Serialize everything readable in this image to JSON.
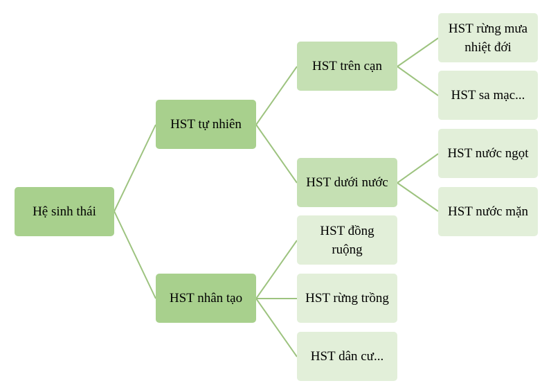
{
  "diagram": {
    "root": "Hệ sinh thái",
    "natural": {
      "label": "HST tự nhiên",
      "land": {
        "label": "HST trên cạn",
        "rainforest": "HST rừng mưa nhiệt đới",
        "desert": "HST sa mạc..."
      },
      "water": {
        "label": "HST dưới nước",
        "fresh": "HST nước ngọt",
        "salt": "HST nước mặn"
      }
    },
    "artificial": {
      "label": "HST nhân tạo",
      "field": "HST đồng ruộng",
      "planted_forest": "HST rừng trồng",
      "residential": "HST dân cư..."
    }
  },
  "colors": {
    "root_and_level1": "#a8d08d",
    "level2": "#c5e0b3",
    "level3": "#e2efd9",
    "connector": "#9dc37f"
  }
}
